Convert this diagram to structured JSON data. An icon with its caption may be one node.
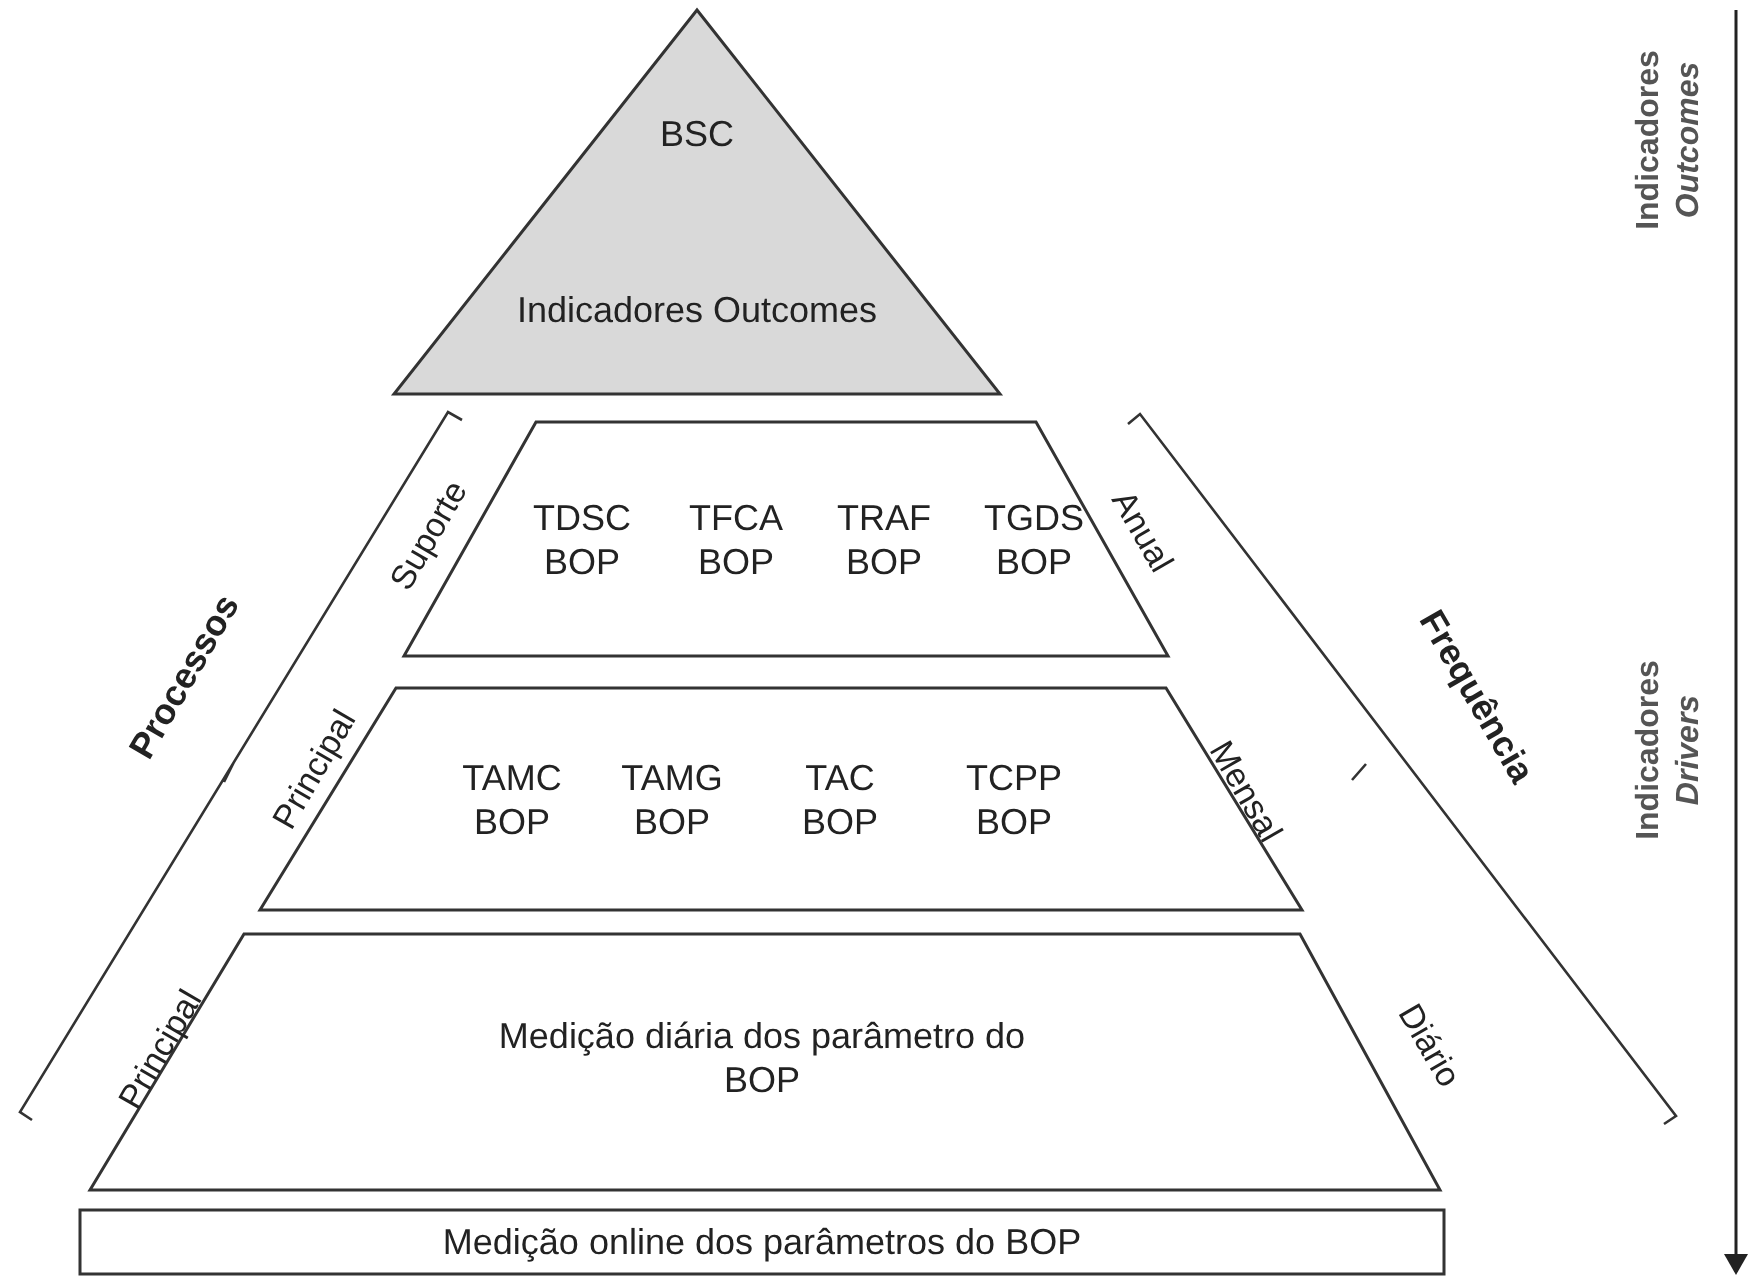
{
  "diagram": {
    "nodes": [
      {
        "text": [
          "BSC",
          "Indicadores Outcomes"
        ]
      },
      {
        "text": [
          "TDSC BOP",
          "TFCA BOP",
          "TRAF BOP",
          "TGDS BOP"
        ]
      },
      {
        "text": [
          "TAMC BOP",
          "TAMG BOP",
          "TAC BOP",
          "TCPP BOP"
        ]
      },
      {
        "text": [
          "Medição diária dos parâmetro do BOP"
        ]
      },
      {
        "text": [
          "Medição online dos parâmetros do BOP"
        ]
      }
    ],
    "labels": [
      "Suporte",
      "Anual",
      "Processos",
      "Frequência",
      "Principal",
      "Mensal",
      "Principal",
      "Diário",
      "Indicadores *Outcomes*",
      "Indicadores *Drivers*"
    ]
  }
}
